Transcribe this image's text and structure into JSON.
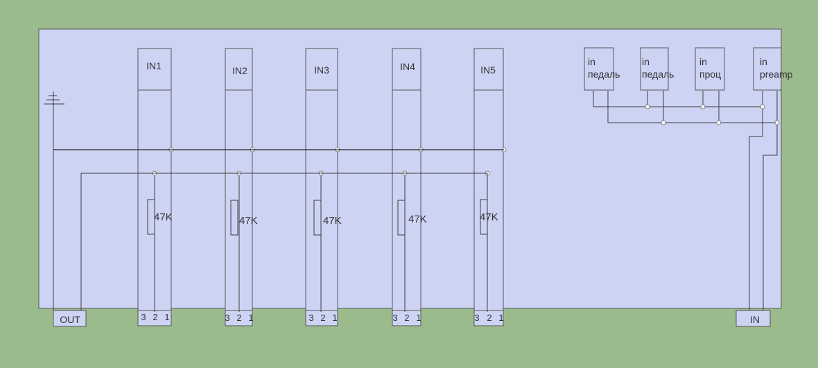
{
  "colors": {
    "background": "#9bbb8d",
    "panel_fill": "#cdd3f3",
    "panel_stroke": "#555555",
    "wire": "#3c3c3c",
    "junction": "#ffffff"
  },
  "output_connector": {
    "label": "OUT"
  },
  "input_connector": {
    "label": "IN"
  },
  "channels": [
    {
      "label": "IN1",
      "resistor": "47K",
      "pins": [
        "3",
        "2",
        "1"
      ]
    },
    {
      "label": "IN2",
      "resistor": "47K",
      "pins": [
        "3",
        "2",
        "1"
      ]
    },
    {
      "label": "IN3",
      "resistor": "47K",
      "pins": [
        "3",
        "2",
        "1"
      ]
    },
    {
      "label": "IN4",
      "resistor": "47K",
      "pins": [
        "3",
        "2",
        "1"
      ]
    },
    {
      "label": "IN5",
      "resistor": "47K",
      "pins": [
        "3",
        "2",
        "1"
      ]
    }
  ],
  "jacks": [
    {
      "line1": "in",
      "line2": "педаль"
    },
    {
      "line1": "in",
      "line2": "педаль"
    },
    {
      "line1": "in",
      "line2": "проц"
    },
    {
      "line1": "in",
      "line2": "preamp"
    }
  ],
  "ground_icon": "ground-symbol-icon"
}
